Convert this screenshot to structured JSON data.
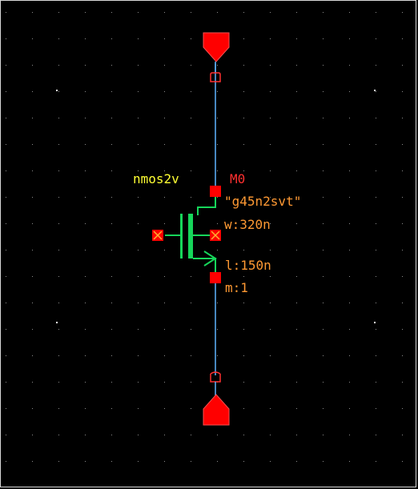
{
  "canvas": {
    "background": "#000000",
    "grid_color": "#8c8c8c"
  },
  "device": {
    "cell_name": "nmos2v",
    "instance_name": "M0",
    "model": "\"g45n2svt\"",
    "width": "w:320n",
    "length": "l:150n",
    "multiplier": "m:1"
  },
  "colors": {
    "wire": "#5fb4ff",
    "pin": "#ff0000",
    "device_body": "#16d65a",
    "cell_label": "#ffff33",
    "instance_label": "#ff3030",
    "param_label": "#ff9933",
    "terminal_x": "#ff8c1a"
  },
  "icons": {
    "top_pin": "down-arrow-pin-icon",
    "bottom_pin": "up-arrow-pin-icon",
    "transistor": "nmos-transistor-icon"
  }
}
